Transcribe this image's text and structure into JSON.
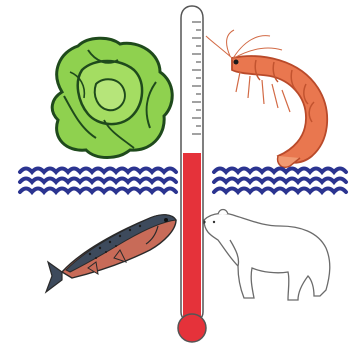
{
  "illustration": {
    "elements": [
      {
        "name": "cabbage-icon"
      },
      {
        "name": "shrimp-icon"
      },
      {
        "name": "salmon-icon"
      },
      {
        "name": "polar-bear-icon"
      },
      {
        "name": "thermometer-icon"
      },
      {
        "name": "water-waves-left"
      },
      {
        "name": "water-waves-right"
      }
    ],
    "thermometer": {
      "fill_fraction": 0.55
    },
    "colors": {
      "wave": "#2b3490",
      "mercury": "#e5323a",
      "cabbage_light": "#8fd14f",
      "cabbage_dark": "#1f4a1c",
      "shrimp": "#e9774f",
      "salmon_back": "#3d4a5c",
      "salmon_belly": "#c86b58"
    }
  }
}
